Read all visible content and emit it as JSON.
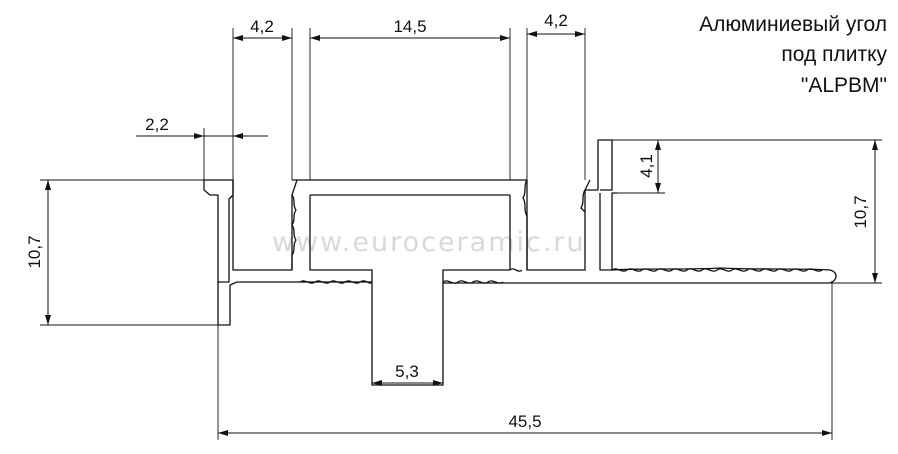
{
  "title": {
    "line1": "Алюминиевый угол",
    "line2": "под плитку",
    "line3": "\"ALPBM\""
  },
  "watermark": "www.euroceramic.ru",
  "dimensions": {
    "top_left_width": "4,2",
    "top_center_width": "14,5",
    "top_right_width": "4,2",
    "left_offset": "2,2",
    "left_height": "10,7",
    "right_step": "4,1",
    "right_height": "10,7",
    "stem_width": "5,3",
    "overall_width": "45,5"
  }
}
